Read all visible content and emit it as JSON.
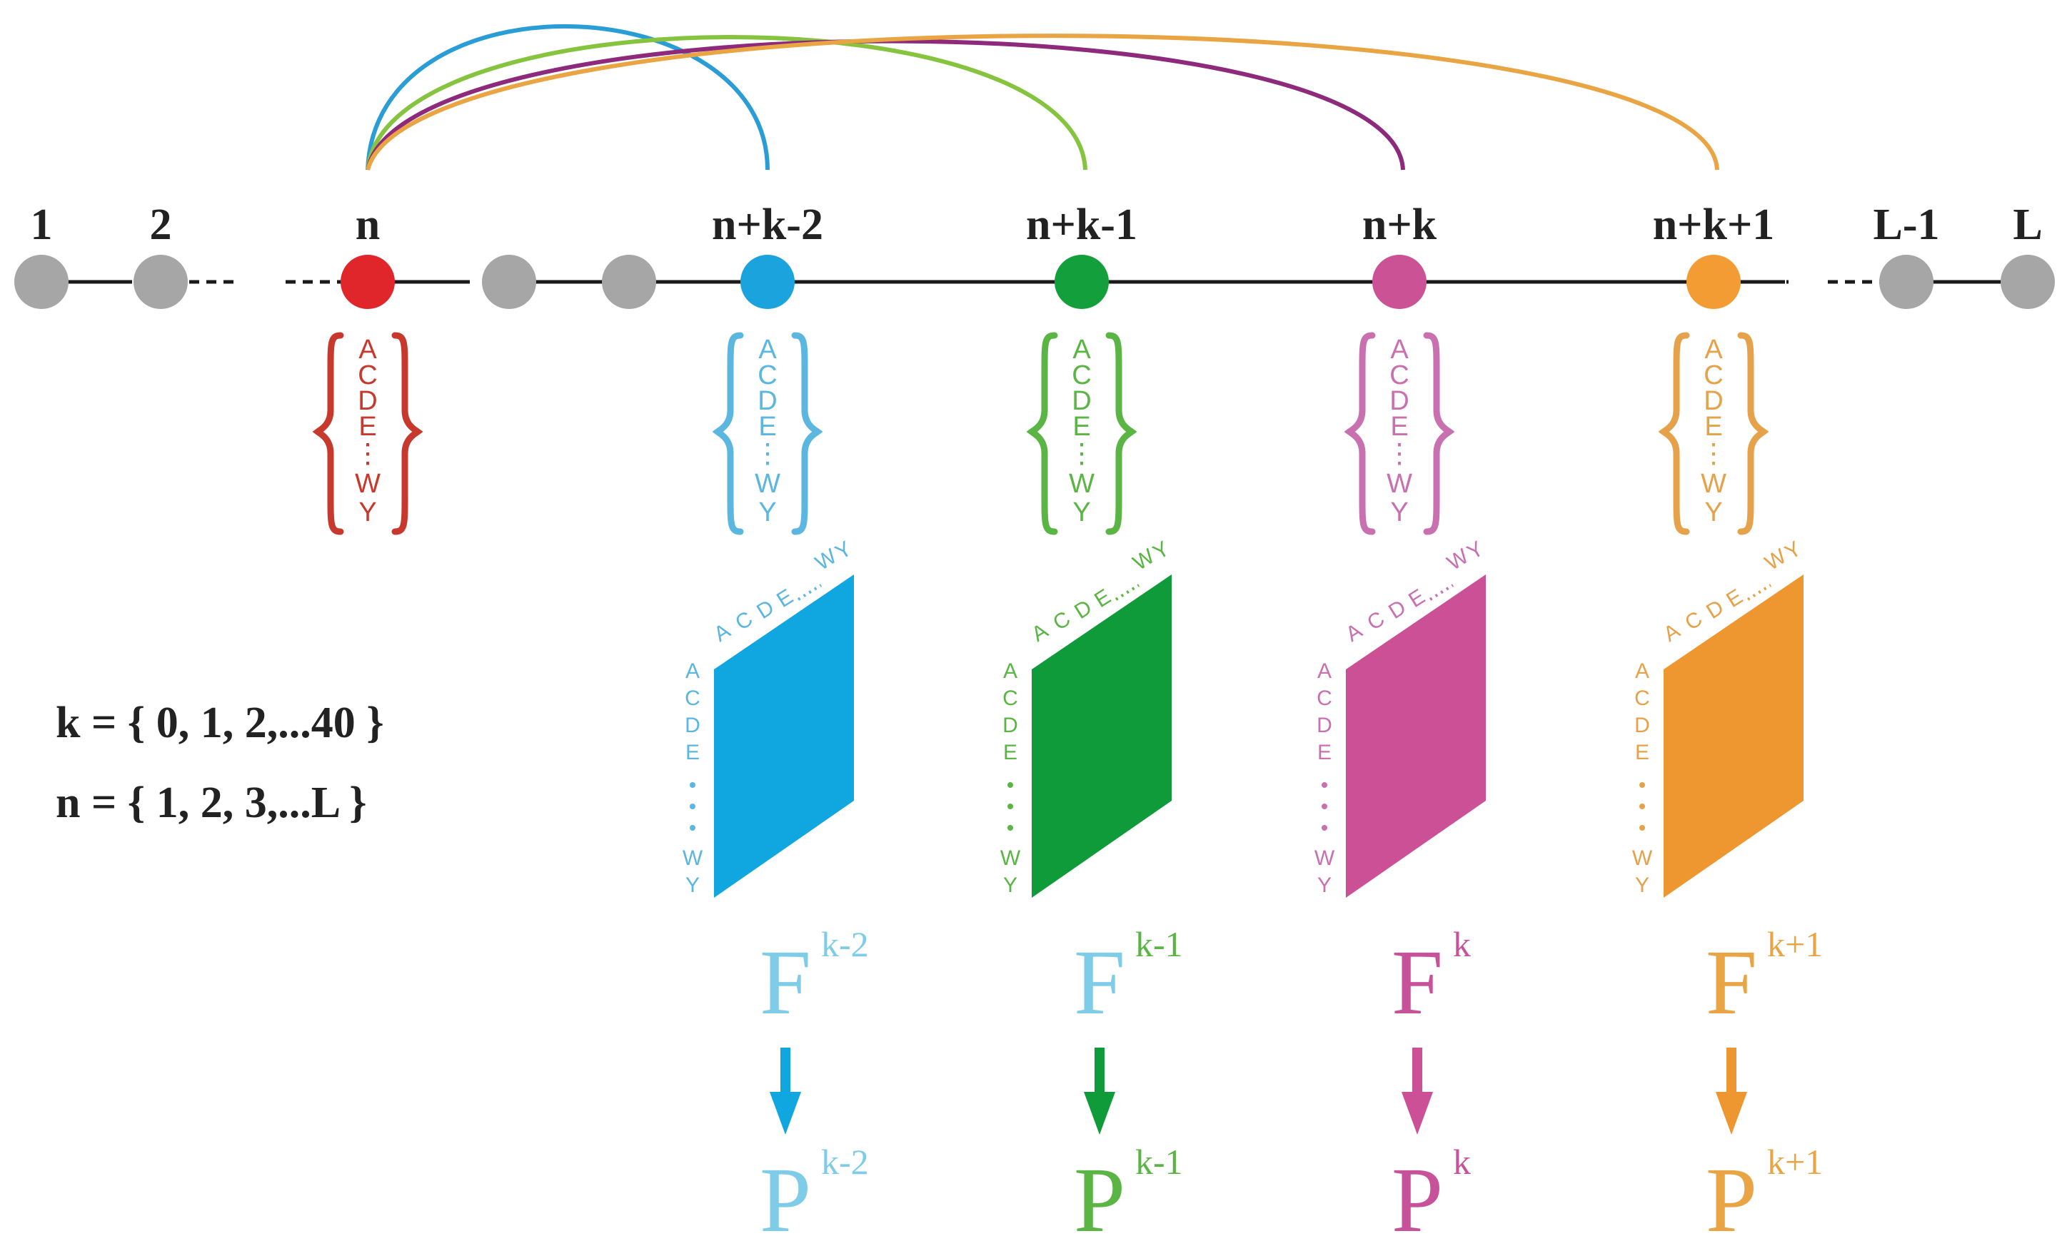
{
  "nodes": [
    {
      "label": "1",
      "color": "#a6a6a6"
    },
    {
      "label": "2",
      "color": "#a6a6a6"
    },
    {
      "label": "n",
      "color": "#e0262a"
    },
    {
      "label": "",
      "color": "#a6a6a6"
    },
    {
      "label": "",
      "color": "#a6a6a6"
    },
    {
      "label": "n+k-2",
      "color": "#1aa3dc"
    },
    {
      "label": "n+k-1",
      "color": "#13a03c"
    },
    {
      "label": "n+k",
      "color": "#cc5296"
    },
    {
      "label": "n+k+1",
      "color": "#f39c33"
    },
    {
      "label": "L-1",
      "color": "#a6a6a6"
    },
    {
      "label": "L",
      "color": "#a6a6a6"
    }
  ],
  "colors": {
    "source": "#c8392d",
    "blue": "#5bb6e0",
    "green": "#5bb544",
    "pink": "#c870b0",
    "orange": "#e5a24a",
    "blue_fill": "#10a6df",
    "green_fill": "#0f9b39",
    "pink_fill": "#cc5095",
    "orange_fill": "#ee9630",
    "arc_blue": "#2a9cd6",
    "arc_green": "#86c440",
    "arc_purple": "#8e2a7c",
    "arc_orange": "#e9a443",
    "line": "#1a1a1a",
    "text": "#222222"
  },
  "amino_acids": [
    "A",
    "C",
    "D",
    "E",
    "⋮",
    "W",
    "Y"
  ],
  "matrix_axis_labels": [
    "A",
    "C",
    "D",
    "E",
    "W",
    "Y"
  ],
  "columns": [
    {
      "node_label": "n+k-2",
      "F": "F",
      "F_sup": "k-2",
      "P": "P",
      "P_sup": "k-2"
    },
    {
      "node_label": "n+k-1",
      "F": "F",
      "F_sup": "k-1",
      "P": "P",
      "P_sup": "k-1"
    },
    {
      "node_label": "n+k",
      "F": "F",
      "F_sup": "k",
      "P": "P",
      "P_sup": "k"
    },
    {
      "node_label": "n+k+1",
      "F": "F",
      "F_sup": "k+1",
      "P": "P",
      "P_sup": "k+1"
    }
  ],
  "legend": {
    "k_def": "k = { 0, 1, 2,...40 }",
    "n_def": "n = { 1, 2, 3,...L }"
  }
}
